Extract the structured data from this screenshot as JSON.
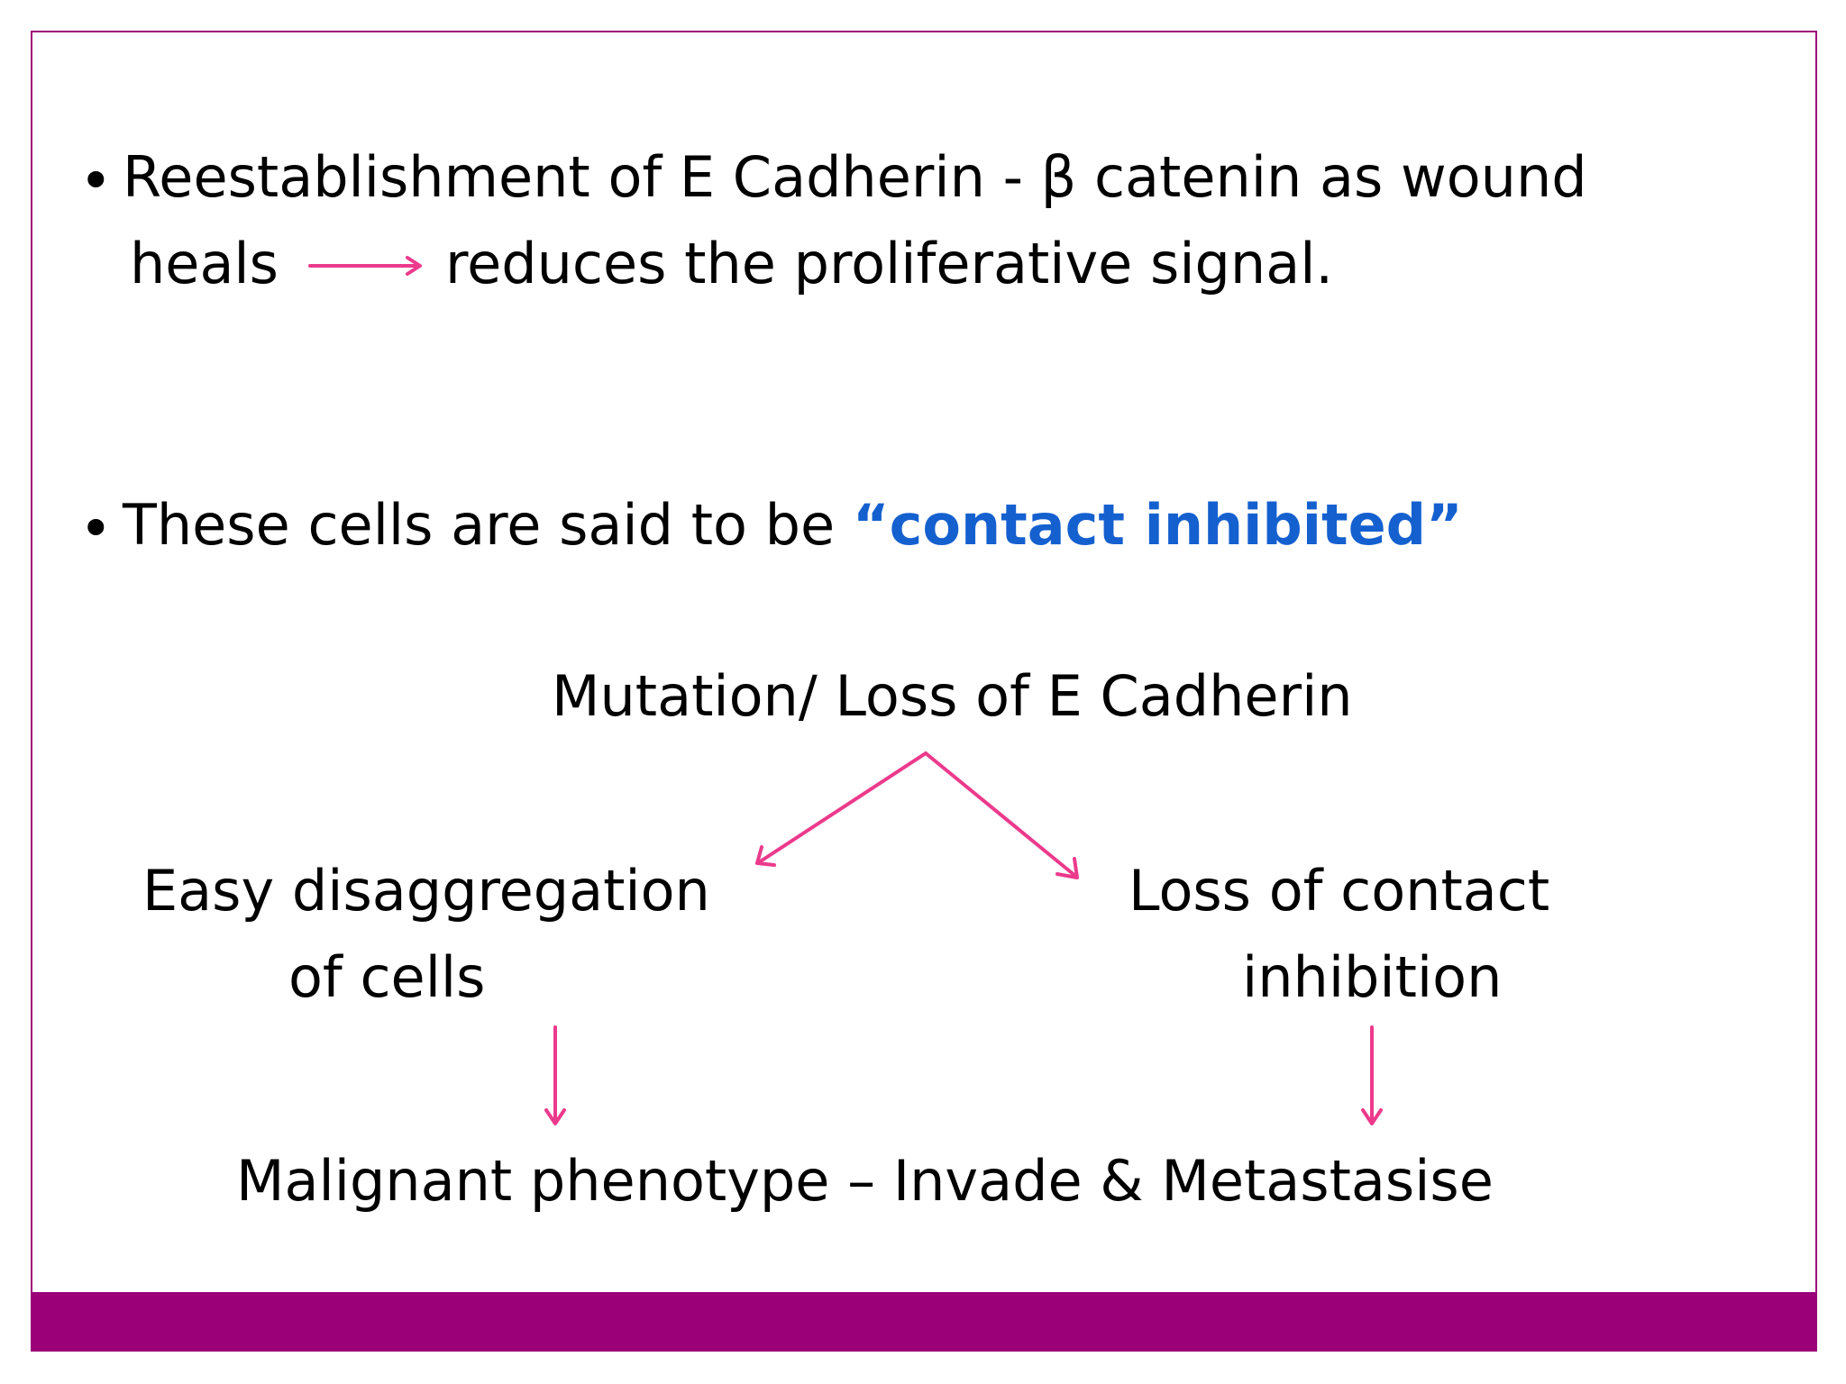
{
  "bullet_1": {
    "marker": "•",
    "line_1": "Reestablishment of E Cadherin - β catenin as wound",
    "line_2_before": "heals",
    "line_2_after": "reduces the proliferative signal."
  },
  "bullet_2": {
    "marker": "•",
    "text": "These cells are said to be",
    "highlight": "“contact inhibited”"
  },
  "flow": {
    "top": "Mutation/ Loss of E Cadherin",
    "left_line_1": "Easy disaggregation",
    "left_line_2": "of cells",
    "right_line_1": "Loss of contact",
    "right_line_2": "inhibition",
    "bottom": "Malignant phenotype – Invade & Metastasise"
  },
  "colors": {
    "frame": "#9b0a78",
    "footer_bar": "#9b0078",
    "arrow": "#ec3a8c",
    "highlight": "#1560cf"
  }
}
